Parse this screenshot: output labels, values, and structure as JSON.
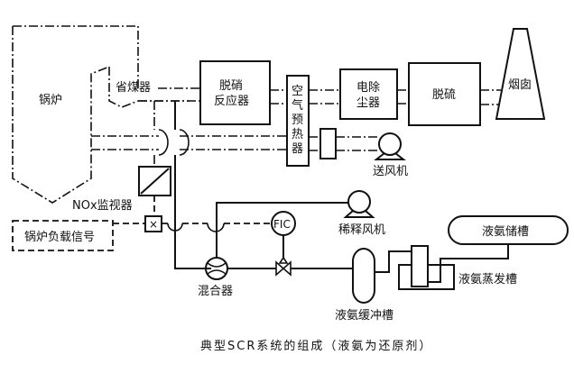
{
  "labels": {
    "boiler": "锅炉",
    "economizer": "省煤器",
    "scr_reactor_line1": "脱硝",
    "scr_reactor_line2": "反应器",
    "air_preheater": [
      "空",
      "气",
      "预",
      "热",
      "器"
    ],
    "esp_line1": "电除",
    "esp_line2": "尘器",
    "fgd": "脱硫",
    "chimney": "烟囱",
    "fd_fan": "送风机",
    "nox_monitor": "NOx监视器",
    "boiler_load_signal": "锅炉负载信号",
    "dilution_fan": "稀释风机",
    "fic": "FIC",
    "mixer": "混合器",
    "ammonia_buffer_tank": "液氨缓冲槽",
    "ammonia_storage_tank": "液氨储槽",
    "ammonia_evaporator": "液氨蒸发槽"
  },
  "caption": "典型SCR系统的组成（液氨为还原剂）"
}
